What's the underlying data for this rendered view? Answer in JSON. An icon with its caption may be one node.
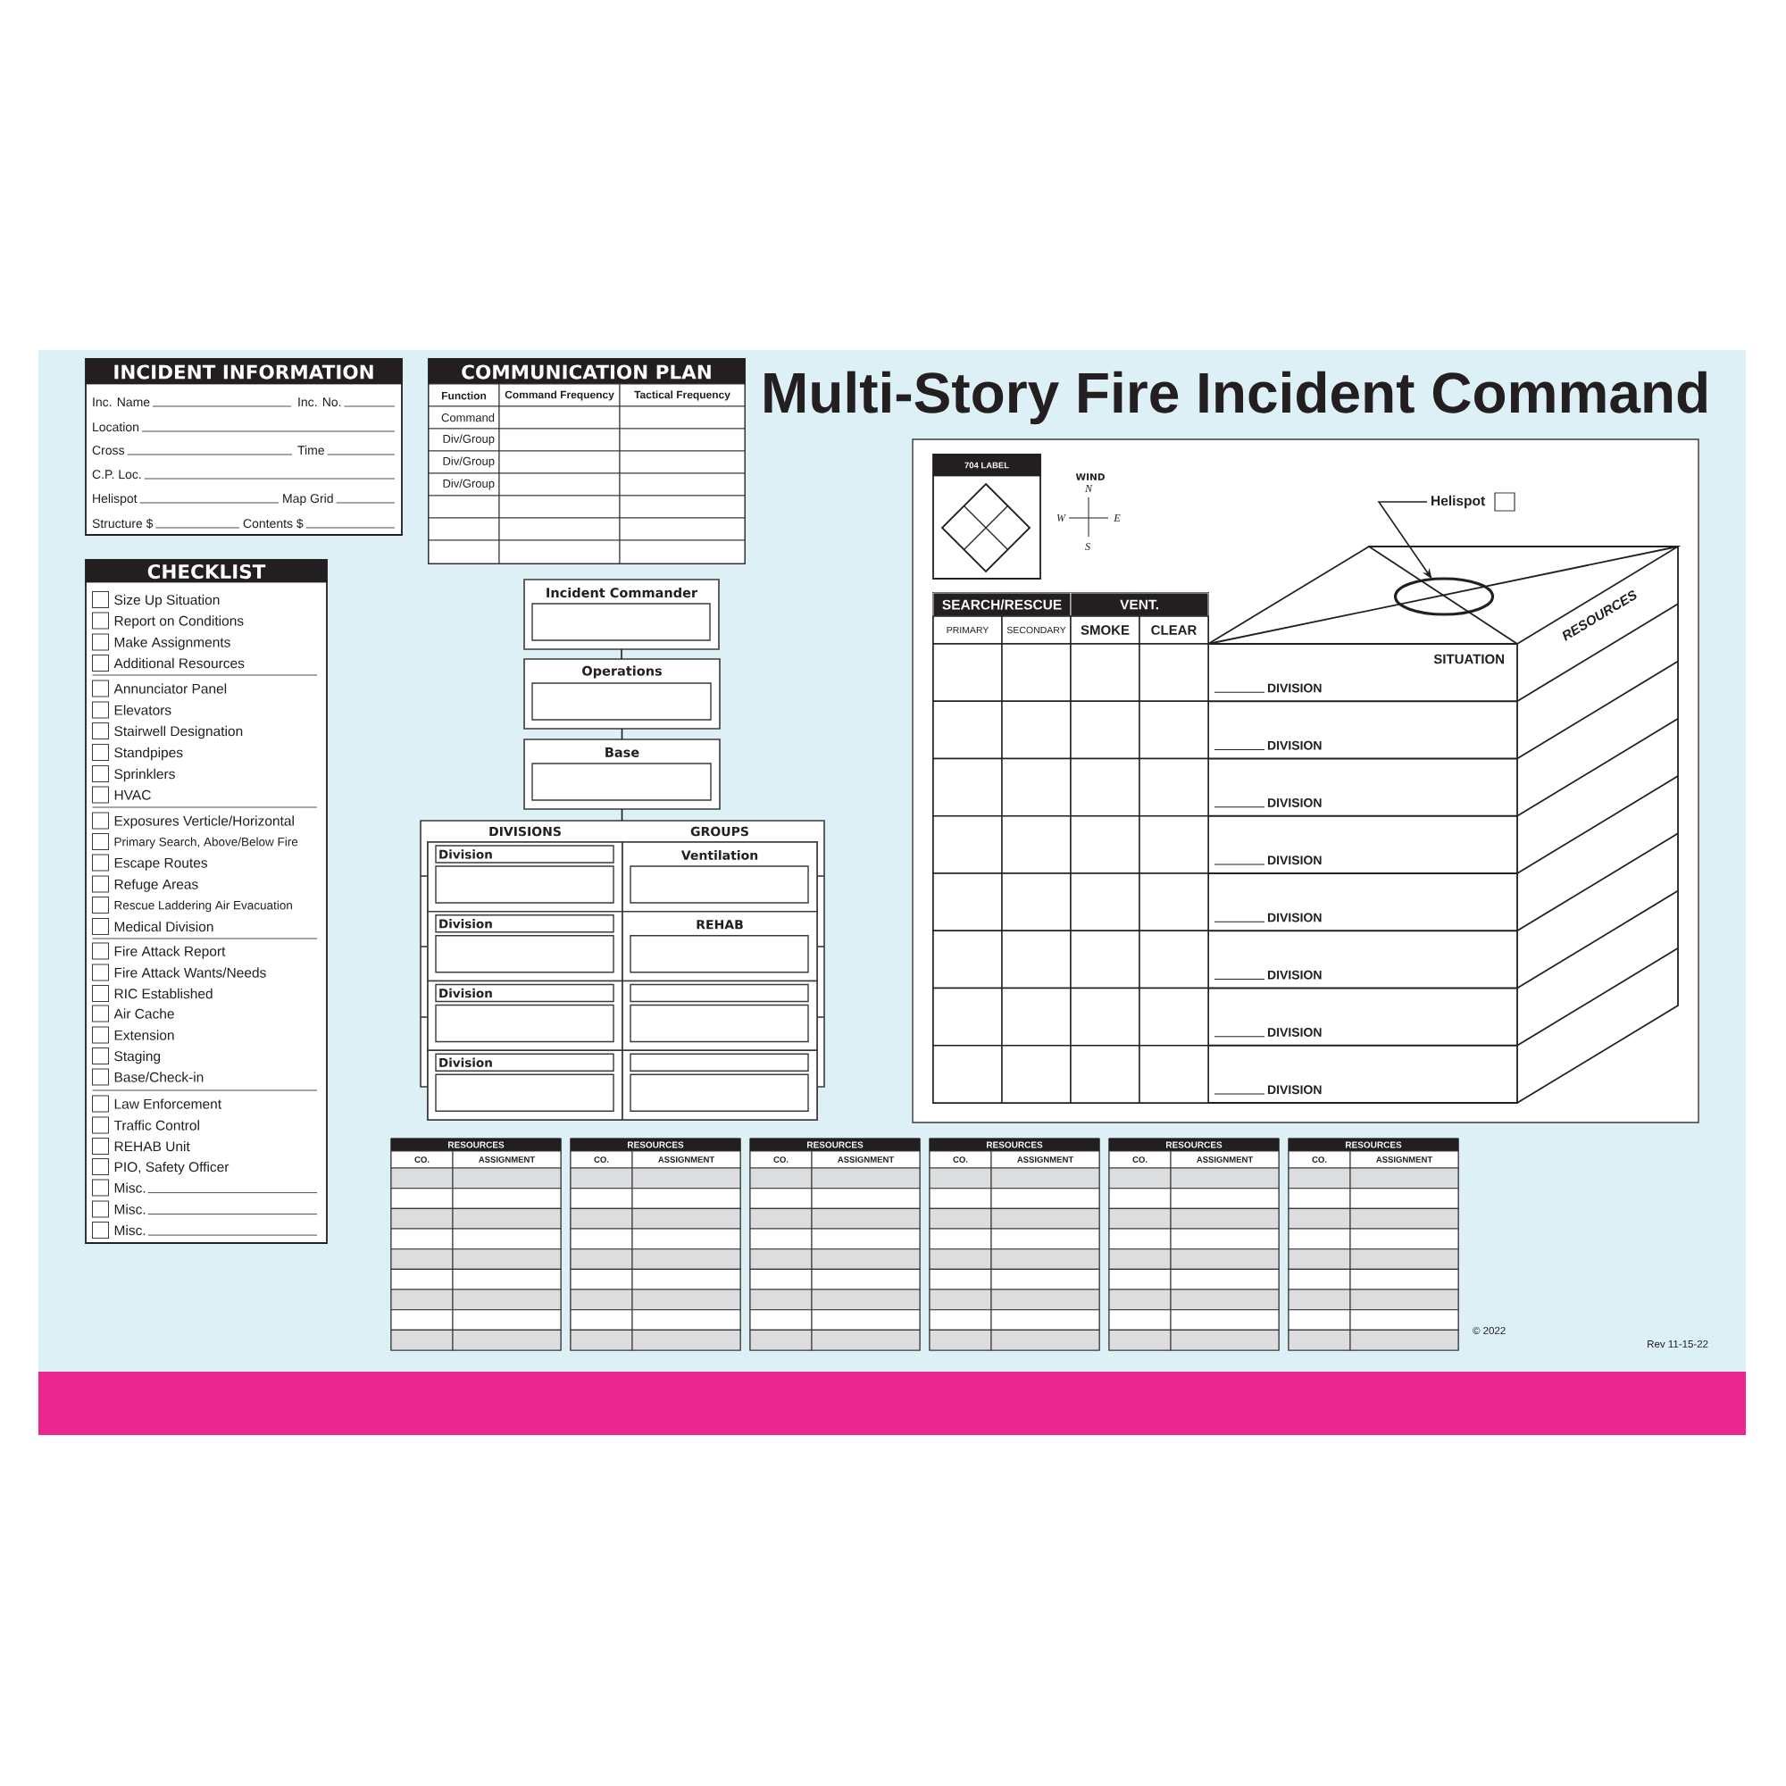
{
  "diagram": {
    "title": "Multi-Story Fire Incident Command",
    "nodes": [
      {
        "text": [
          "INCIDENT INFORMATION",
          "Inc. Name",
          "Inc. No.",
          "Location",
          "Cross",
          "Time",
          "C.P. Loc.",
          "Helispot",
          "Map Grid",
          "Structure $",
          "Contents $"
        ]
      },
      {
        "text": [
          "CHECKLIST",
          "Size Up Situation",
          "Report on Conditions",
          "Make Assignments",
          "Additional Resources",
          "Annunciator Panel",
          "Elevators",
          "Stairwell Designation",
          "Standpipes",
          "Sprinklers",
          "HVAC",
          "Exposures Verticle/Horizontal",
          "Primary Search, Above/Below Fire",
          "Escape Routes",
          "Refuge Areas",
          "Rescue Laddering Air Evacuation",
          "Medical Division",
          "Fire Attack Report",
          "Fire Attack Wants/Needs",
          "RIC Established",
          "Air Cache",
          "Extension",
          "Staging",
          "Base/Check-in",
          "Law Enforcement",
          "Traffic Control",
          "REHAB Unit",
          "PIO, Safety Officer",
          "Misc.",
          "Misc.",
          "Misc."
        ]
      },
      {
        "text": [
          "COMMUNICATION PLAN",
          "Function",
          "Command Frequency",
          "Tactical Frequency",
          "Command",
          "Div/Group",
          "Div/Group",
          "Div/Group"
        ]
      },
      {
        "text": [
          "Incident Commander"
        ]
      },
      {
        "text": [
          "Operations"
        ]
      },
      {
        "text": [
          "Base"
        ]
      },
      {
        "text": [
          "DIVISIONS",
          "GROUPS"
        ]
      },
      {
        "text": [
          "Division"
        ],
        "in": 6
      },
      {
        "text": [
          "Ventilation"
        ],
        "in": 6
      },
      {
        "text": [
          "Division"
        ],
        "in": 6
      },
      {
        "text": [
          "REHAB"
        ],
        "in": 6
      },
      {
        "text": [
          "Division"
        ],
        "in": 6
      },
      {
        "text": [],
        "shape": "box",
        "in": 6
      },
      {
        "text": [
          "Division"
        ],
        "in": 6
      },
      {
        "text": [],
        "shape": "box",
        "in": 6
      },
      {
        "text": [
          "704 LABEL"
        ]
      },
      {
        "text": [
          "Helispot"
        ]
      },
      {
        "text": [],
        "shape": "circle"
      },
      {
        "text": [
          "SEARCH/RESCUE",
          "VENT.",
          "PRIMARY",
          "SECONDARY",
          "SMOKE",
          "CLEAR"
        ]
      },
      {
        "text": [
          "RESOURCES",
          "CO.",
          "ASSIGNMENT"
        ]
      },
      {
        "text": [
          "RESOURCES",
          "CO.",
          "ASSIGNMENT"
        ]
      },
      {
        "text": [
          "RESOURCES",
          "CO.",
          "ASSIGNMENT"
        ]
      },
      {
        "text": [
          "RESOURCES",
          "CO.",
          "ASSIGNMENT"
        ]
      },
      {
        "text": [
          "RESOURCES",
          "CO.",
          "ASSIGNMENT"
        ]
      },
      {
        "text": [
          "RESOURCES",
          "CO.",
          "ASSIGNMENT"
        ]
      }
    ],
    "edges": [
      {
        "from": 3,
        "to": 4,
        "arrow": "none"
      },
      {
        "from": 4,
        "to": 5,
        "arrow": "none"
      },
      {
        "from": 5,
        "to": 6,
        "arrow": "none"
      },
      {
        "from": 16,
        "to": 17,
        "arrow": "to"
      }
    ],
    "labels": [
      "WIND",
      "N",
      "W",
      "E",
      "S",
      "SITUATION",
      "RESOURCES",
      "DIVISION",
      "DIVISION",
      "DIVISION",
      "DIVISION",
      "DIVISION",
      "DIVISION",
      "DIVISION",
      "DIVISION",
      "© 2022",
      "Rev 11-15-22"
    ]
  }
}
